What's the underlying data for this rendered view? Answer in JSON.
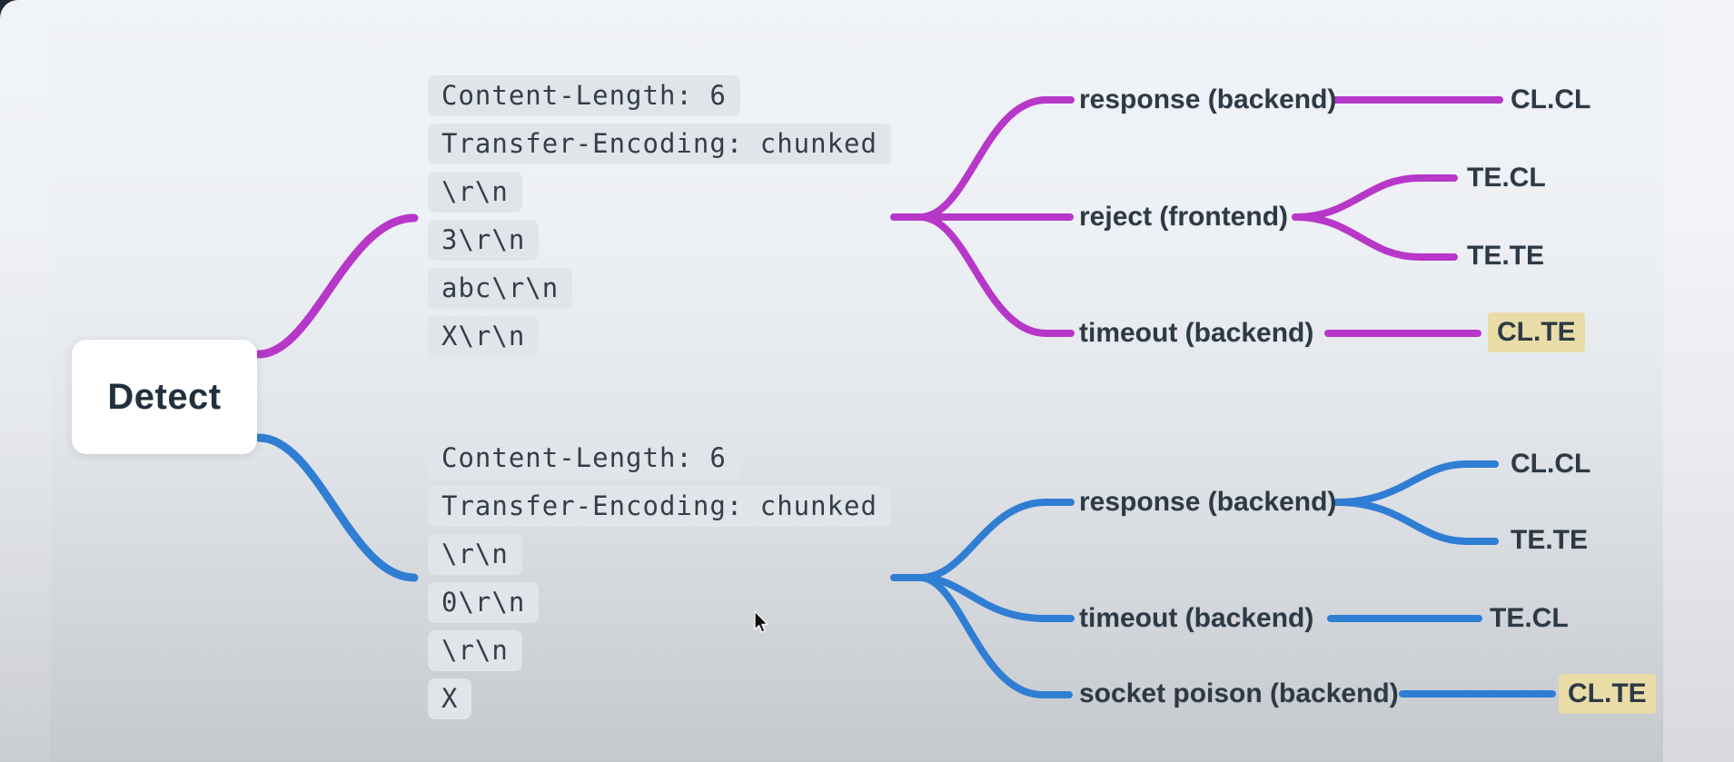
{
  "colors": {
    "magenta": "#b737c9",
    "blue": "#2f7ed3",
    "label": "#2d3a46",
    "code_bg": "#e1e5e9",
    "code_text": "#323e4b",
    "highlight_bg": "#e9dca7",
    "node_bg": "#ffffff",
    "node_text": "#22303e"
  },
  "root": {
    "label": "Detect"
  },
  "branches": [
    {
      "name": "clte-probe",
      "color": "#b737c9",
      "request_lines": [
        "Content-Length: 6",
        "Transfer-Encoding: chunked",
        "\\r\\n",
        "3\\r\\n",
        "abc\\r\\n",
        "X\\r\\n"
      ],
      "outcomes": [
        {
          "label": "response (backend)",
          "results": [
            {
              "label": "CL.CL",
              "highlight": false
            }
          ]
        },
        {
          "label": "reject (frontend)",
          "results": [
            {
              "label": "TE.CL",
              "highlight": false
            },
            {
              "label": "TE.TE",
              "highlight": false
            }
          ]
        },
        {
          "label": "timeout (backend)",
          "results": [
            {
              "label": "CL.TE",
              "highlight": true
            }
          ]
        }
      ]
    },
    {
      "name": "tecl-probe",
      "color": "#2f7ed3",
      "request_lines": [
        "Content-Length: 6",
        "Transfer-Encoding: chunked",
        "\\r\\n",
        "0\\r\\n",
        "\\r\\n",
        "X"
      ],
      "outcomes": [
        {
          "label": "response (backend)",
          "results": [
            {
              "label": "CL.CL",
              "highlight": false
            },
            {
              "label": "TE.TE",
              "highlight": false
            }
          ]
        },
        {
          "label": "timeout (backend)",
          "results": [
            {
              "label": "TE.CL",
              "highlight": false
            }
          ]
        },
        {
          "label": "socket poison (backend)",
          "results": [
            {
              "label": "CL.TE",
              "highlight": true
            }
          ]
        }
      ]
    }
  ]
}
